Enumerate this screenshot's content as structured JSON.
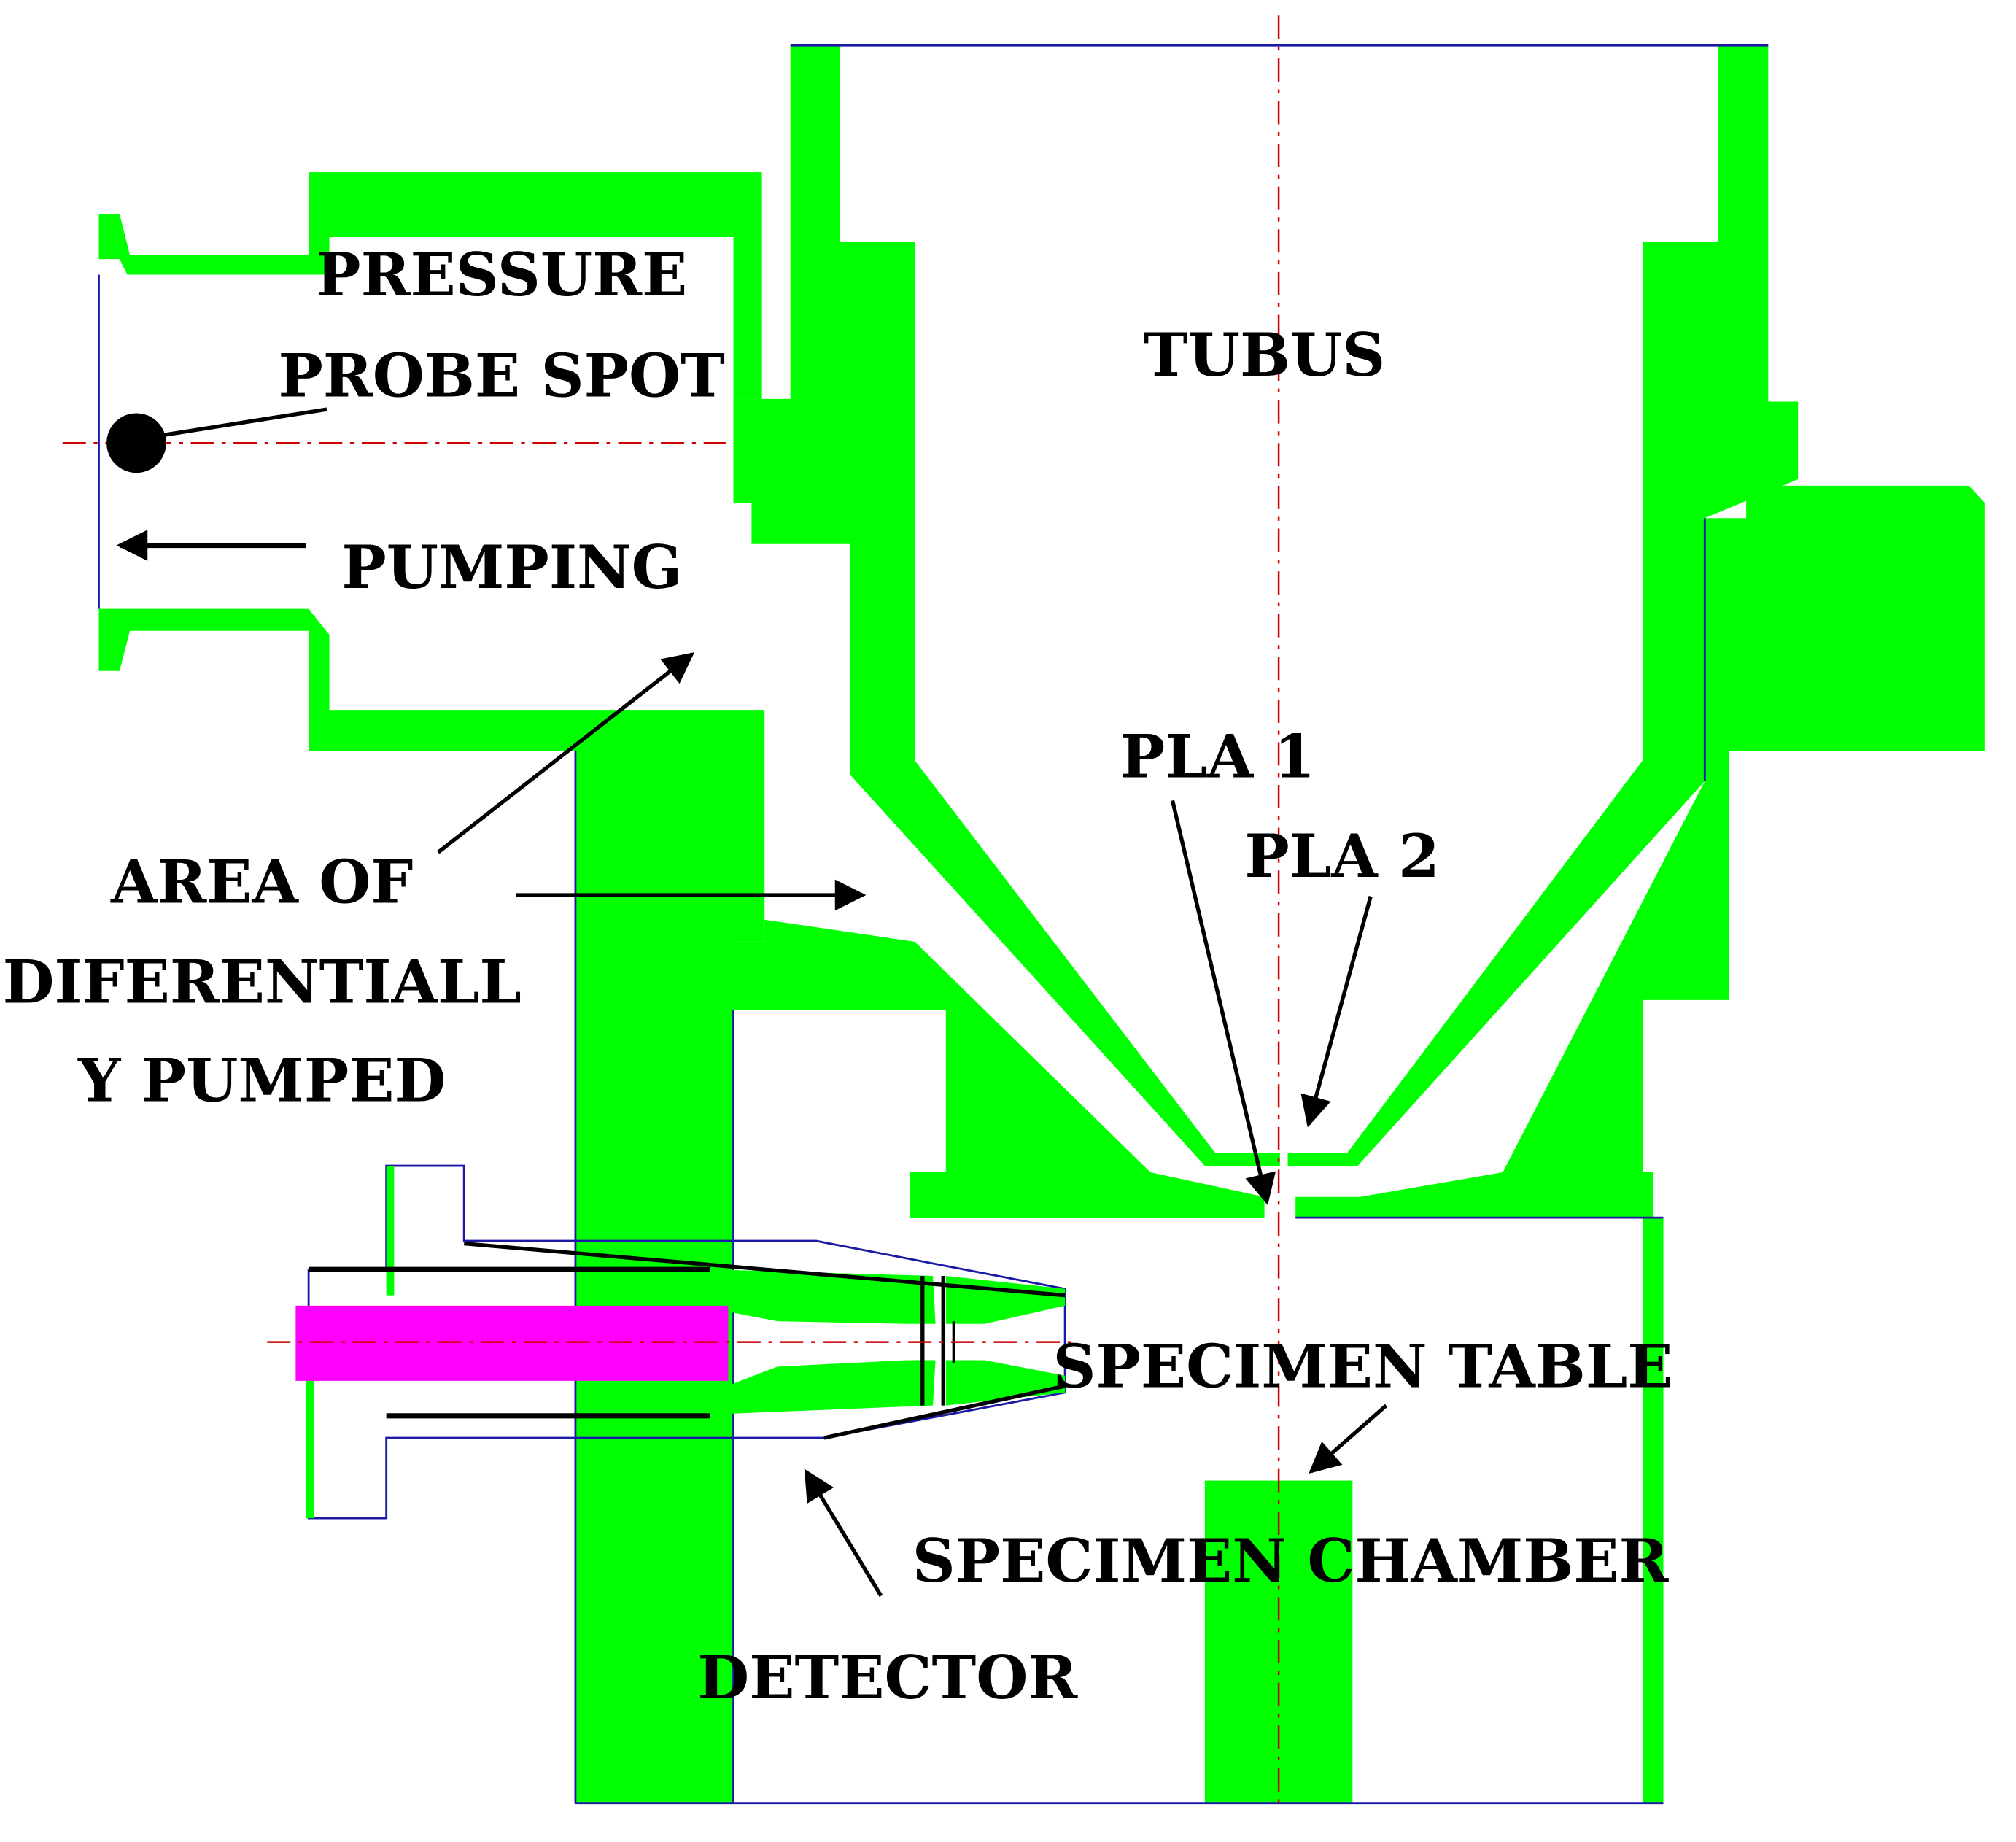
{
  "labels": {
    "pressure": "PRESSURE",
    "probe_spot": "PROBE SPOT",
    "pumping": "PUMPING",
    "tubus": "TUBUS",
    "pla1": "PLA 1",
    "pla2": "PLA 2",
    "area_line1": "AREA OF",
    "area_line2": "DIFERENTIALL",
    "area_line3": "Y PUMPED",
    "specimen_table": "SPECIMEN TABLE",
    "specimen_chamber": "SPECIMEN CHAMBER",
    "detector": "DETECTOR"
  },
  "colors": {
    "wall": "#00ff00",
    "outline": "#1a1aa6",
    "axis": "#cc0000",
    "source": "#ff00ff",
    "ink": "#000000"
  }
}
